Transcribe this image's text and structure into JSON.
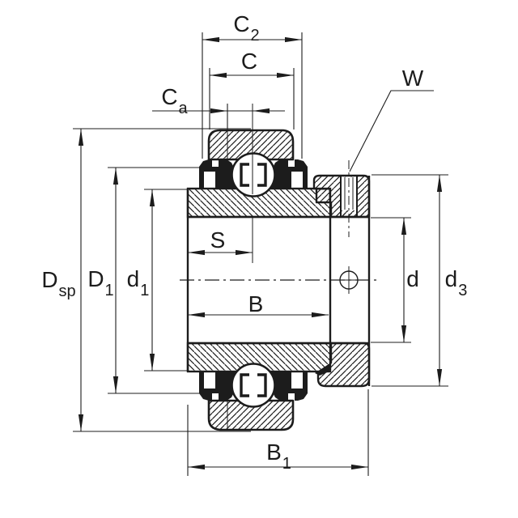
{
  "drawing": {
    "type": "bearing-cross-section-dimension-diagram",
    "colors": {
      "line": "#1c1c1c",
      "background": "#ffffff"
    },
    "labels": {
      "c2": {
        "main": "C",
        "sub": "2"
      },
      "c": {
        "main": "C",
        "sub": ""
      },
      "ca": {
        "main": "C",
        "sub": "a"
      },
      "w": {
        "main": "W",
        "sub": ""
      },
      "dsp": {
        "main": "D",
        "sub": "sp"
      },
      "d1cap": {
        "main": "D",
        "sub": "1"
      },
      "d1": {
        "main": "d",
        "sub": "1"
      },
      "s": {
        "main": "S",
        "sub": ""
      },
      "b": {
        "main": "B",
        "sub": ""
      },
      "b1": {
        "main": "B",
        "sub": "1"
      },
      "d": {
        "main": "d",
        "sub": ""
      },
      "d3": {
        "main": "d",
        "sub": "3"
      }
    }
  }
}
